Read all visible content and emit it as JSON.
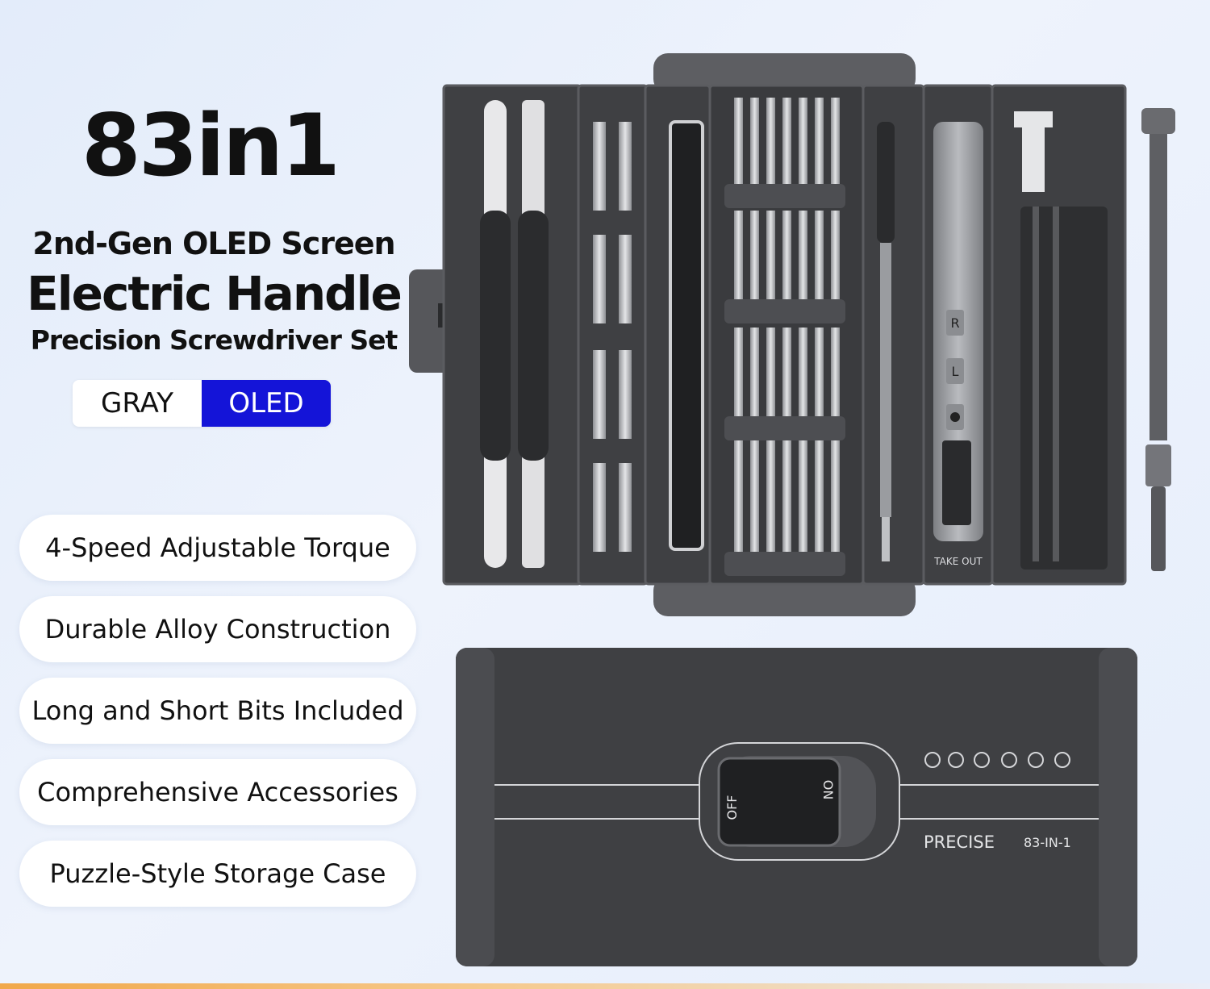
{
  "headline": "83in1",
  "subtitle_line1": "2nd-Gen OLED Screen",
  "subtitle_line2": "Electric Handle",
  "subtitle_line3": "Precision Screwdriver Set",
  "variant_toggle": {
    "option_gray": "GRAY",
    "option_oled": "OLED",
    "selected": "OLED",
    "selected_color": "#1414d8"
  },
  "features": [
    "4-Speed Adjustable Torque",
    "Durable Alloy Construction",
    "Long and Short Bits Included",
    "Comprehensive Accessories",
    "Puzzle-Style Storage Case"
  ],
  "product_open": {
    "driver_buttons": [
      "R",
      "L"
    ],
    "take_out_label": "TAKE OUT"
  },
  "product_closed": {
    "switch_off_label": "OFF",
    "switch_on_label": "ON",
    "brand_label": "PRECISE",
    "model_label": "83-IN-1"
  },
  "colors": {
    "case_dark": "#3f4043",
    "case_mid": "#5b5c60",
    "metal": "#c9cbce",
    "accent": "#1414d8"
  }
}
